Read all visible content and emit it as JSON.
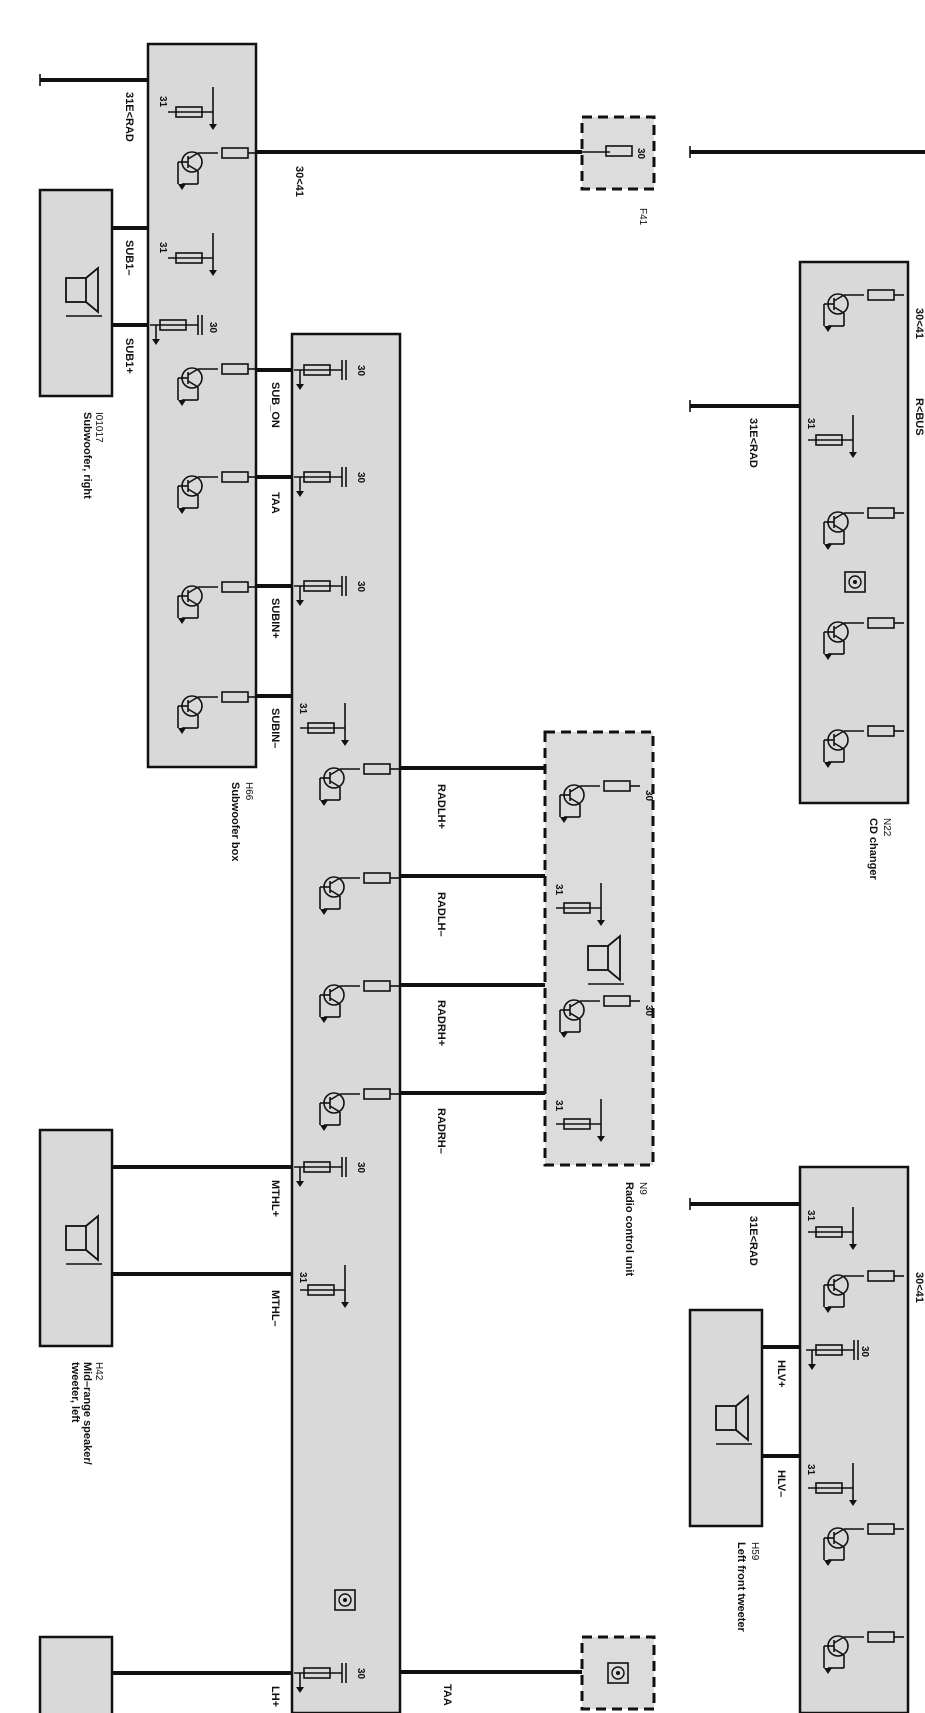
{
  "components": {
    "h66": {
      "id": "H66",
      "name": "Subwoofer box"
    },
    "i01017": {
      "id": "I01017",
      "name": "Subwoofer, right"
    },
    "f41": {
      "id": "F41"
    },
    "n22": {
      "id": "N22",
      "name": "CD changer"
    },
    "n9": {
      "id": "N9",
      "name": "Radio control unit"
    },
    "h42": {
      "id": "H42",
      "name_line1": "Mid–range speaker/",
      "name_line2": "tweeter, left"
    },
    "h59": {
      "id": "H59",
      "name": "Left front tweeter"
    }
  },
  "signals": {
    "e31_rad_top": "31E<RAD",
    "sub1_minus": "SUB1–",
    "sub1_plus": "SUB1+",
    "b30_41": "30<41",
    "sub_on": "SUB_ON",
    "taa_1": "TAA",
    "subin_plus": "SUBIN+",
    "subin_minus": "SUBIN–",
    "radlh_plus": "RADLH+",
    "radlh_minus": "RADLH–",
    "radrh_plus": "RADRH+",
    "radrh_minus": "RADRH–",
    "mthl_plus": "MTHL+",
    "mthl_minus": "MTHL–",
    "lh_plus": "LH+",
    "taa_2": "TAA",
    "e31_rad_cd": "31E<RAD",
    "e31_rad_tw": "31E<RAD",
    "hlv_plus": "HLV+",
    "hlv_minus": "HLV–",
    "cd_top_partial": "30<41",
    "cd_second_partial": "R<BUS",
    "tw_top_partial": "30<41"
  },
  "pins": {
    "p31": "31",
    "p30": "30"
  }
}
